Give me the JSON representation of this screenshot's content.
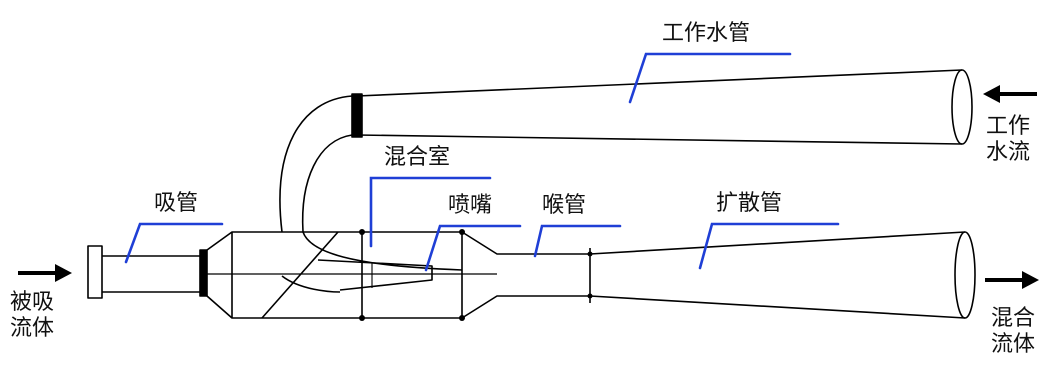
{
  "labels": {
    "working_pipe": "工作水管",
    "mixing_chamber": "混合室",
    "suction_pipe": "吸管",
    "nozzle": "喷嘴",
    "throat": "喉管",
    "diffuser": "扩散管"
  },
  "flows": {
    "working_flow_line1": "工作",
    "working_flow_line2": "水流",
    "sucked_fluid_line1": "被吸",
    "sucked_fluid_line2": "流体",
    "mixed_fluid_line1": "混合",
    "mixed_fluid_line2": "流体"
  },
  "colors": {
    "leader": "#1f3fd6",
    "outline": "#000000",
    "background": "#ffffff"
  }
}
